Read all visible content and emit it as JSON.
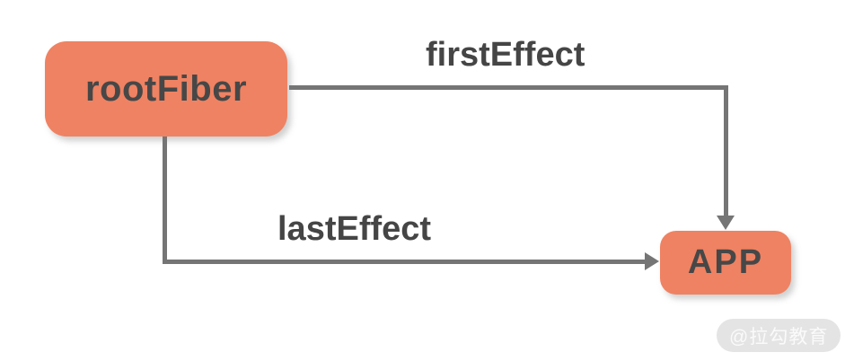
{
  "diagram": {
    "nodes": [
      {
        "id": "rootFiber",
        "label": "rootFiber"
      },
      {
        "id": "app",
        "label": "APP"
      }
    ],
    "edges": [
      {
        "from": "rootFiber",
        "to": "APP",
        "label": "firstEffect",
        "route": "right-then-down"
      },
      {
        "from": "rootFiber",
        "to": "APP",
        "label": "lastEffect",
        "route": "down-then-right"
      }
    ],
    "colors": {
      "node_fill": "#ef8262",
      "edge_line": "#757575",
      "label_text": "#454545",
      "background": "#ffffff",
      "watermark_bg": "#e4e4e4",
      "watermark_text": "#fafafa"
    }
  },
  "watermark": {
    "text": "@拉勾教育"
  }
}
